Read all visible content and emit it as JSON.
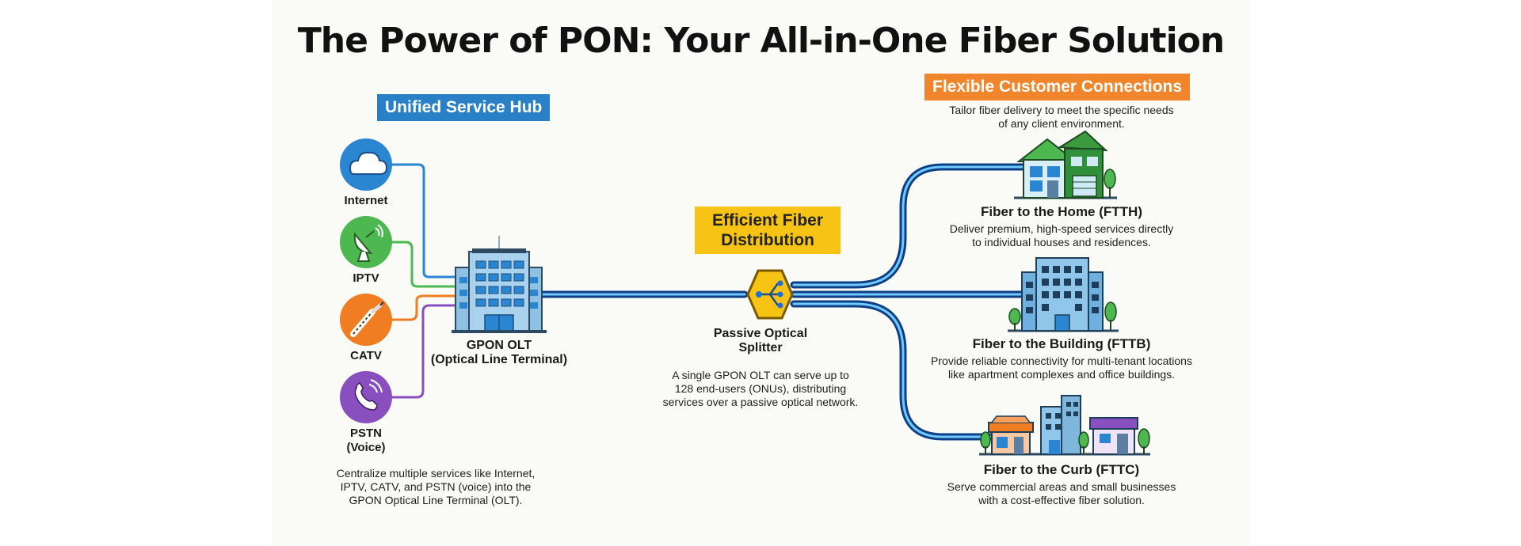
{
  "title": "The Power of PON: Your All-in-One Fiber Solution",
  "service_hub": {
    "tag": "Unified Service Hub",
    "services": [
      {
        "label": "Internet",
        "icon": "cloud-icon",
        "color": "#2a86d1"
      },
      {
        "label": "IPTV",
        "icon": "satellite-dish-icon",
        "color": "#4cb84f"
      },
      {
        "label": "CATV",
        "icon": "coaxial-cable-icon",
        "color": "#f07d22"
      },
      {
        "label": "PSTN\n(Voice)",
        "icon": "phone-icon",
        "color": "#8a4fbf"
      }
    ],
    "description": "Centralize multiple services like Internet,\nIPTV, CATV, and PSTN (voice) into the\nGPON Optical Line Terminal (OLT)."
  },
  "olt": {
    "label": "GPON OLT\n(Optical Line Terminal)",
    "icon": "office-building-icon"
  },
  "distribution": {
    "tag": "Efficient Fiber Distribution",
    "splitter_label": "Passive Optical\nSplitter",
    "splitter_icon": "splitter-icon",
    "description": "A single GPON OLT can serve up to\n128 end-users (ONUs), distributing\nservices over a passive optical network."
  },
  "connections": {
    "tag": "Flexible Customer Connections",
    "subtitle": "Tailor fiber delivery to meet the specific needs\nof any client environment.",
    "items": [
      {
        "title": "Fiber to the Home (FTTH)",
        "description": "Deliver premium, high-speed services directly\nto individual houses and residences.",
        "icon": "house-icon"
      },
      {
        "title": "Fiber to the Building (FTTB)",
        "description": "Provide reliable connectivity for multi-tenant locations\nlike apartment complexes and office buildings.",
        "icon": "apartment-building-icon"
      },
      {
        "title": "Fiber to the Curb (FTTC)",
        "description": "Serve commercial areas and small businesses\nwith a cost-effective fiber solution.",
        "icon": "storefronts-icon"
      }
    ]
  },
  "colors": {
    "fiber": "#1d6fd6",
    "fiber_glow": "#7fd0ff",
    "building": "#7fb6dc",
    "splitter": "#f7c315"
  }
}
